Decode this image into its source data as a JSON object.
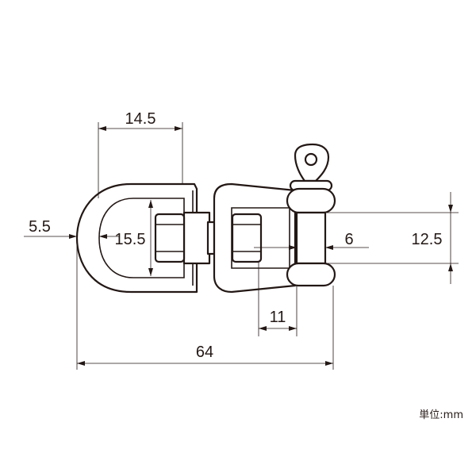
{
  "diagram": {
    "dimensions": {
      "width_top": "14.5",
      "thickness_left": "5.5",
      "inner_height": "15.5",
      "pin_diameter": "6",
      "jaw_opening": "12.5",
      "jaw_depth": "11",
      "overall_length": "64"
    },
    "unit_label": "単位:mm",
    "colors": {
      "line": "#231815",
      "background": "#ffffff"
    }
  }
}
